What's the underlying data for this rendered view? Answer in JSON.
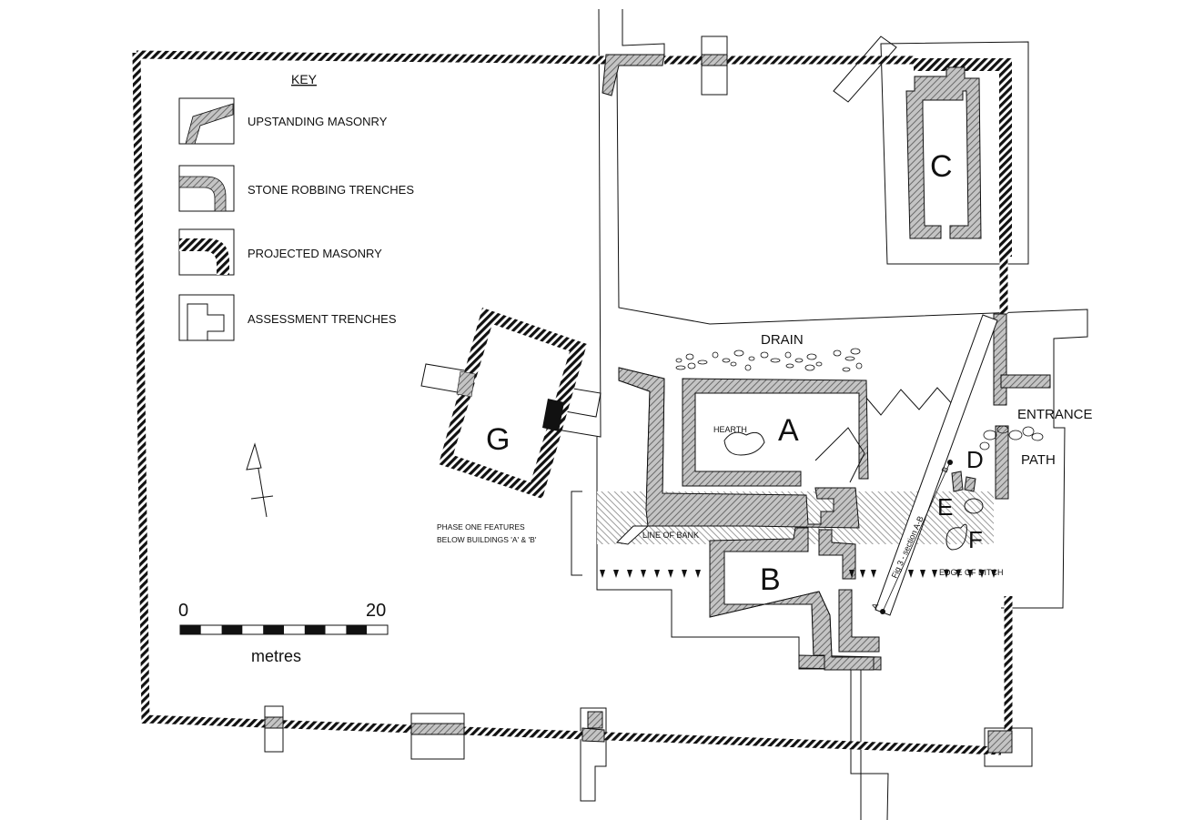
{
  "key": {
    "title": "KEY",
    "items": [
      {
        "label": "UPSTANDING MASONRY"
      },
      {
        "label": "STONE ROBBING TRENCHES"
      },
      {
        "label": "PROJECTED MASONRY"
      },
      {
        "label": "ASSESSMENT TRENCHES"
      }
    ]
  },
  "buildings": {
    "a": "A",
    "b": "B",
    "c": "C",
    "d": "D",
    "e": "E",
    "f": "F",
    "g": "G"
  },
  "features": {
    "drain": "DRAIN",
    "hearth": "HEARTH",
    "entrance": "ENTRANCE",
    "path": "PATH",
    "line_of_bank": "LINE OF BANK",
    "edge_of_ditch": "EDGE OF DITCH",
    "phase_one_line1": "PHASE ONE FEATURES",
    "phase_one_line2": "BELOW BUILDINGS 'A' & 'B'",
    "section_label": "Fig 3 - section A-B",
    "point_a": "A",
    "point_b": "B"
  },
  "scale": {
    "start": "0",
    "end": "20",
    "unit": "metres"
  },
  "colors": {
    "ink": "#111111",
    "robbing_fill": "#b5b5b5",
    "paper": "#ffffff"
  }
}
